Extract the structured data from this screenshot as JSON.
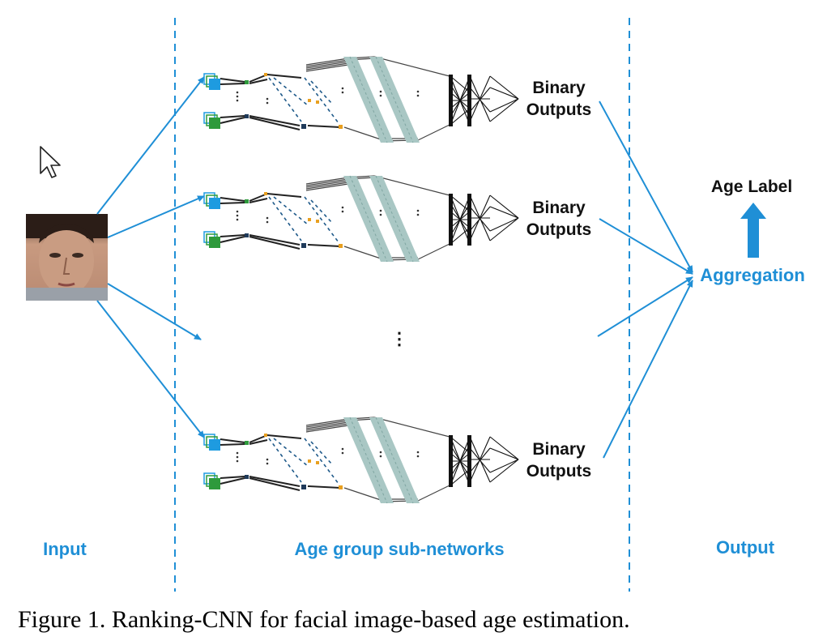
{
  "sections": {
    "input": "Input",
    "subnetworks": "Age group sub-networks",
    "output": "Output"
  },
  "subnetwork_output_label": [
    "Binary",
    "Outputs"
  ],
  "ellipsis": "⋮",
  "aggregation": "Aggregation",
  "age_label": "Age Label",
  "caption": "Figure 1. Ranking-CNN for facial image-based age estimation.",
  "colors": {
    "accent_blue": "#1f8fd6",
    "square_blue": "#1e9be0",
    "square_green": "#2e9a3c",
    "layer_teal": "#a9c7c4",
    "dot_orange": "#e8a020",
    "dot_navy": "#1f3a5a"
  },
  "icons": [
    "mouse-pointer-icon",
    "face-photo",
    "arrow-up-icon"
  ]
}
